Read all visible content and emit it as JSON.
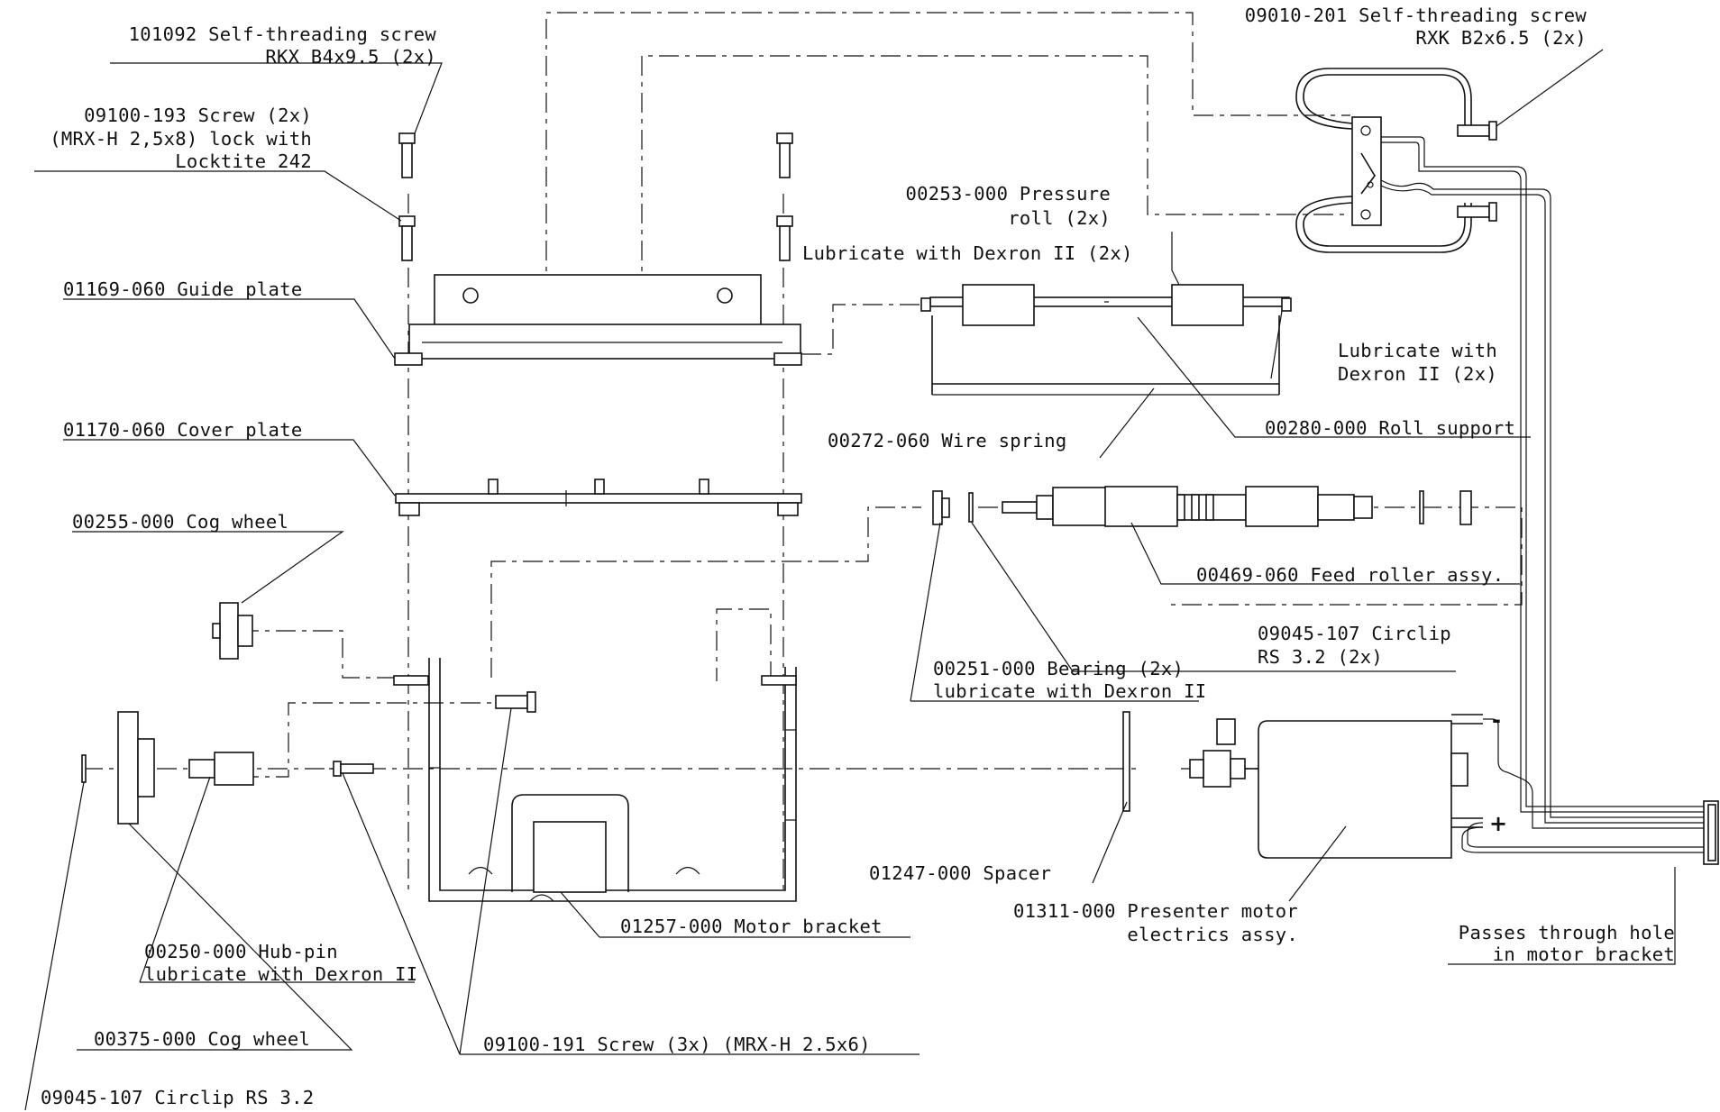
{
  "labels": {
    "screw_101092_a": "101092 Self-threading screw",
    "screw_101092_b": "RKX B4x9.5 (2x)",
    "screw_09100_193_a": "09100-193 Screw (2x)",
    "screw_09100_193_b": "(MRX-H 2,5x8) lock with",
    "screw_09100_193_c": "Locktite 242",
    "guide_plate": "01169-060 Guide plate",
    "cover_plate": "01170-060 Cover plate",
    "cog_wheel_00255": "00255-000 Cog wheel",
    "screw_09010_a": "09010-201 Self-threading screw",
    "screw_09010_b": "RXK B2x6.5 (2x)",
    "pressure_roll_a": "00253-000 Pressure",
    "pressure_roll_b": "roll (2x)",
    "lubricate_top": "Lubricate with Dexron II (2x)",
    "lubricate_right_a": "Lubricate with",
    "lubricate_right_b": "Dexron II (2x)",
    "wire_spring": "00272-060 Wire spring",
    "roll_support": "00280-000 Roll support",
    "feed_roller": "00469-060 Feed roller assy.",
    "circlip_09045_top_a": "09045-107 Circlip",
    "circlip_09045_top_b": "RS 3.2 (2x)",
    "bearing_a": "00251-000 Bearing (2x)",
    "bearing_b": "lubricate with Dexron II",
    "spacer": "01247-000 Spacer",
    "presenter_motor_a": "01311-000 Presenter motor",
    "presenter_motor_b": "electrics assy.",
    "passes_a": "Passes through hole",
    "passes_b": "in motor bracket",
    "motor_bracket": "01257-000 Motor bracket",
    "hub_pin_a": "00250-000 Hub-pin",
    "hub_pin_b": "lubricate with Dexron II",
    "cog_wheel_00375": "00375-000 Cog wheel",
    "screw_09100_191": "09100-191 Screw (3x) (MRX-H 2.5x6)",
    "circlip_bottom": "09045-107 Circlip RS 3.2",
    "motor_minus": "-",
    "motor_plus": "+"
  }
}
